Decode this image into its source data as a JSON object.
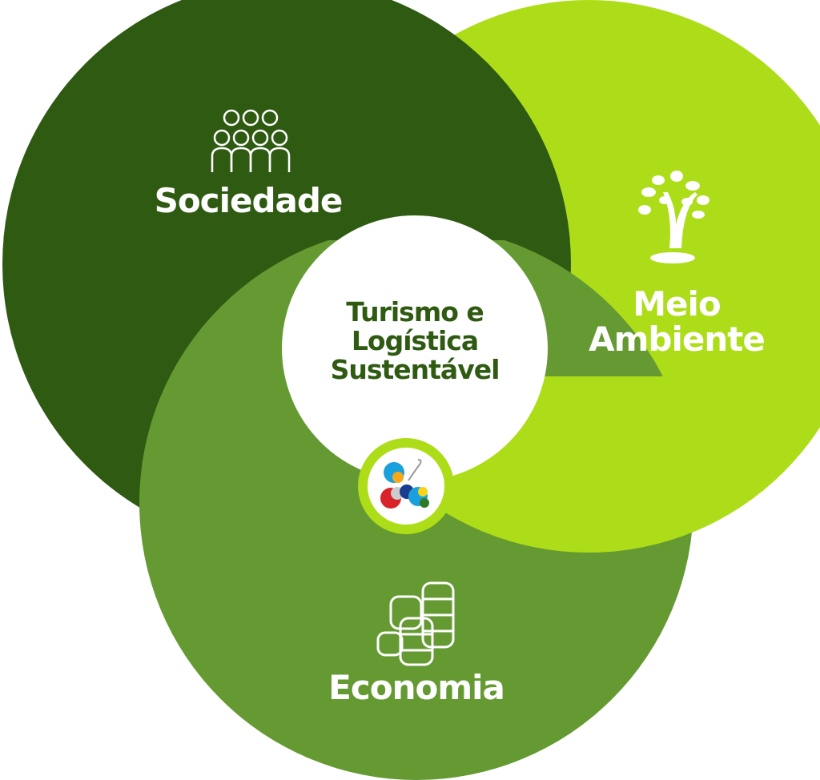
{
  "colors": {
    "dark": "#2f5a12",
    "light": "#addd18",
    "medium": "#659a33",
    "center_text": "#2f5a12"
  },
  "center": {
    "line1": "Turismo e",
    "line2": "Logística",
    "line3": "Sustentável"
  },
  "segments": [
    {
      "label": "Sociedade",
      "icon": "people-group-icon"
    },
    {
      "label_line1": "Meio",
      "label_line2": "Ambiente",
      "icon": "tree-icon"
    },
    {
      "label": "Economia",
      "icon": "coins-stack-icon"
    }
  ]
}
